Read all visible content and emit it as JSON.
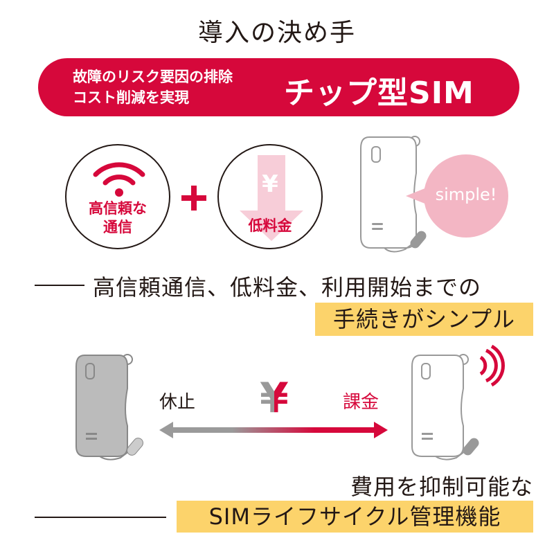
{
  "title": "導入の決め手",
  "banner": {
    "line1": "故障のリスク要因の排除",
    "line2": "コスト削減を実現",
    "main": "チップ型SIM"
  },
  "features": {
    "reliable_line1": "高信頼な",
    "reliable_line2": "通信",
    "plus": "+",
    "yen": "¥",
    "low_cost": "低料金",
    "bubble": "simple!"
  },
  "point1": {
    "line": "高信頼通信、低料金、利用開始までの",
    "highlight": "手続きがシンプル"
  },
  "lifecycle": {
    "pause": "休止",
    "charge": "課金",
    "yen": "¥"
  },
  "point2": {
    "line": "費用を抑制可能な",
    "highlight": "SIMライフサイクル管理機能"
  },
  "colors": {
    "accent": "#d6083b",
    "pink": "#f3b6c4",
    "highlight": "#fcd36b"
  }
}
